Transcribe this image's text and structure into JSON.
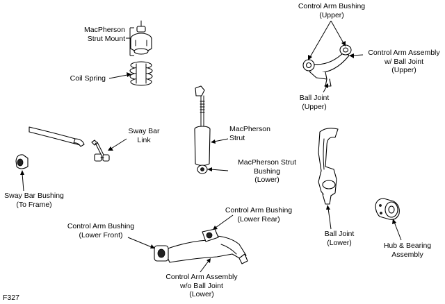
{
  "figure_code": "F327",
  "labels": {
    "strut_mount": [
      "MacPherson",
      "Strut Mount"
    ],
    "coil_spring": [
      "Coil Spring"
    ],
    "ca_bushing_upper": [
      "Control Arm Bushing",
      "(Upper)"
    ],
    "ca_assembly_upper": [
      "Control Arm Assembly",
      "w/ Ball Joint",
      "(Upper)"
    ],
    "ball_joint_upper": [
      "Ball Joint",
      "(Upper)"
    ],
    "sway_bar_link": [
      "Sway Bar",
      "Link"
    ],
    "strut": [
      "MacPherson",
      "Strut"
    ],
    "strut_bushing_lower": [
      "MacPherson Strut",
      "Bushing",
      "(Lower)"
    ],
    "sway_bar_bushing": [
      "Sway Bar Bushing",
      "(To Frame)"
    ],
    "ca_bushing_lower_rear": [
      "Control Arm Bushing",
      "(Lower Rear)"
    ],
    "ca_bushing_lower_front": [
      "Control Arm Bushing",
      "(Lower Front)"
    ],
    "ball_joint_lower": [
      "Ball Joint",
      "(Lower)"
    ],
    "hub_bearing": [
      "Hub & Bearing",
      "Assembly"
    ],
    "ca_assembly_lower": [
      "Control Arm Assembly",
      "w/o Ball Joint",
      "(Lower)"
    ]
  }
}
